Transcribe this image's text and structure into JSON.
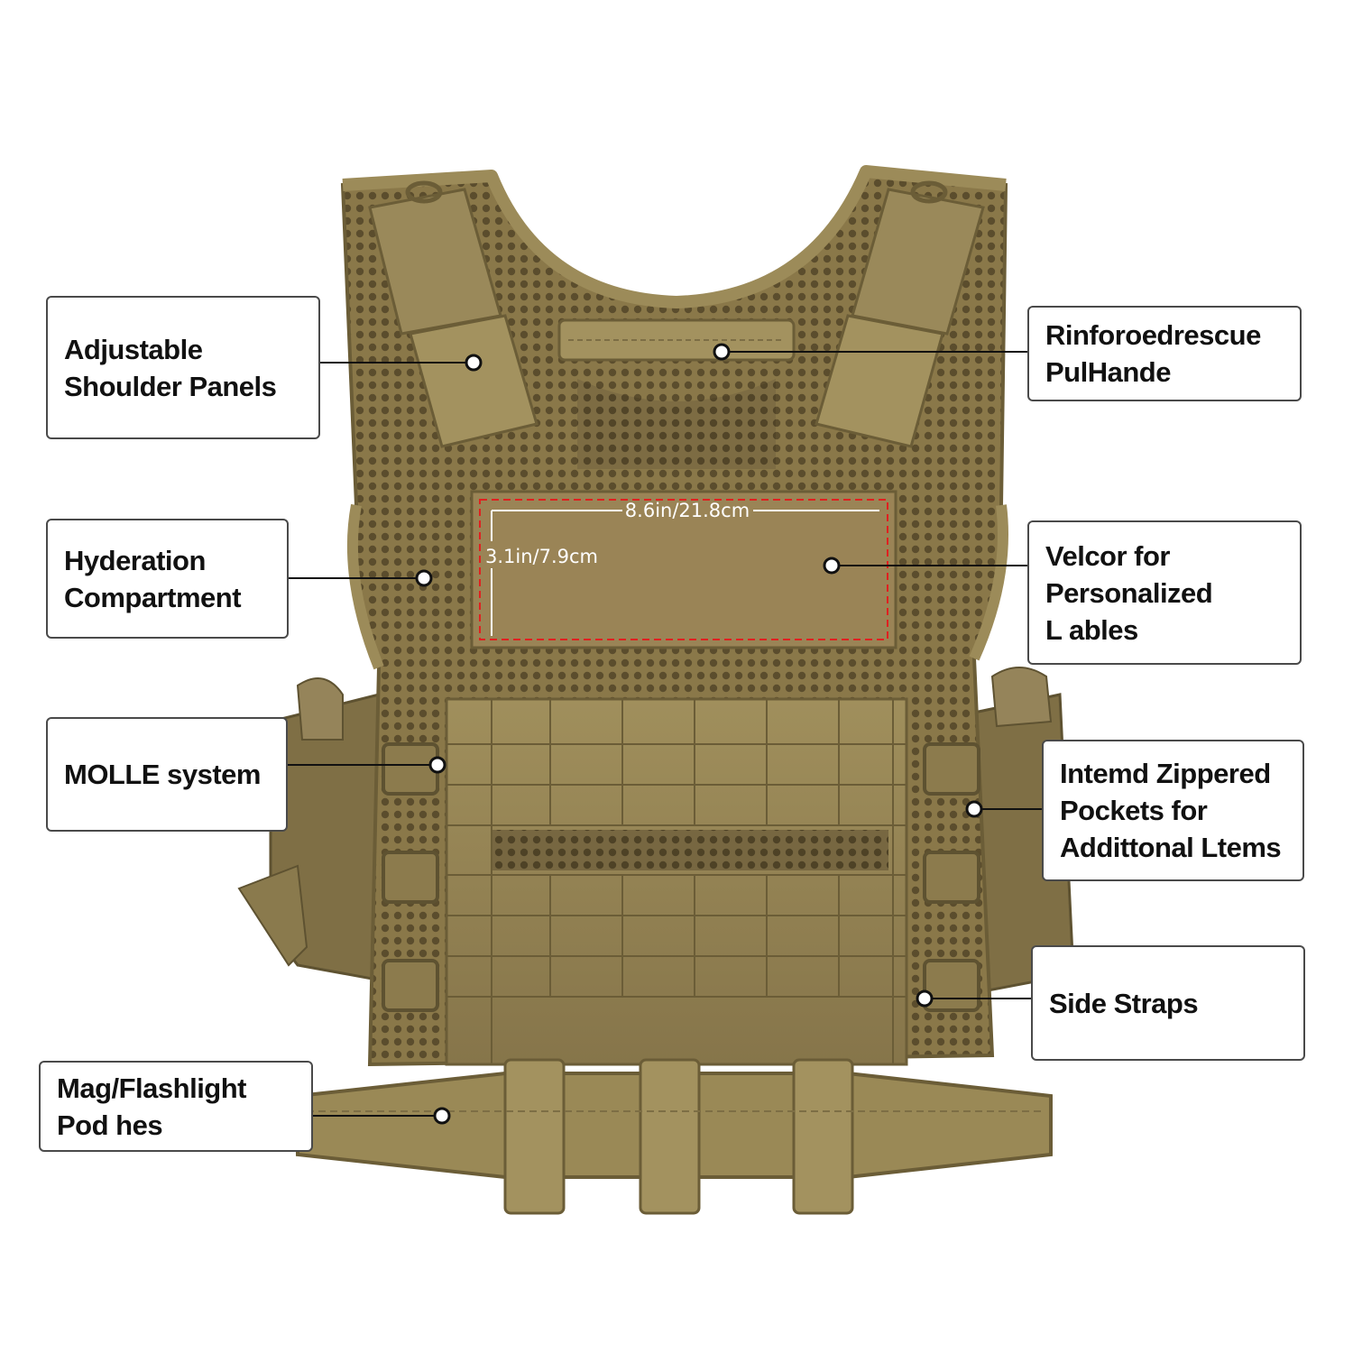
{
  "callouts": {
    "shoulder_panels": {
      "line1": "Adjustable",
      "line2": "Shoulder Panels"
    },
    "hydration": {
      "line1": "Hyderation",
      "line2": "Compartment"
    },
    "molle": {
      "line1": "MOLLE system"
    },
    "mag_pouches": {
      "line1": "Mag/Flashlight",
      "line2": "Pod hes"
    },
    "rescue_handle": {
      "line1": "Rinforoedrescue",
      "line2": "PulHande"
    },
    "velcro": {
      "line1": "Velcor for",
      "line2": "Personalized",
      "line3": "L ables"
    },
    "zippered_pockets": {
      "line1": "Intemd Zippered",
      "line2": "Pockets for",
      "line3": "Addittonal Ltems"
    },
    "side_straps": {
      "line1": "Side Straps"
    }
  },
  "dimensions": {
    "width_label": "8.6in/21.8cm",
    "height_label": "3.1in/7.9cm"
  },
  "colors": {
    "vest_body": "#8b7a4e",
    "vest_dark": "#6f6039",
    "vest_light": "#a3925f",
    "mesh_hole": "#5a4c2c",
    "patch": "#9a8456",
    "dim_dash": "#e02020",
    "callout_border": "#4a4a4a"
  }
}
